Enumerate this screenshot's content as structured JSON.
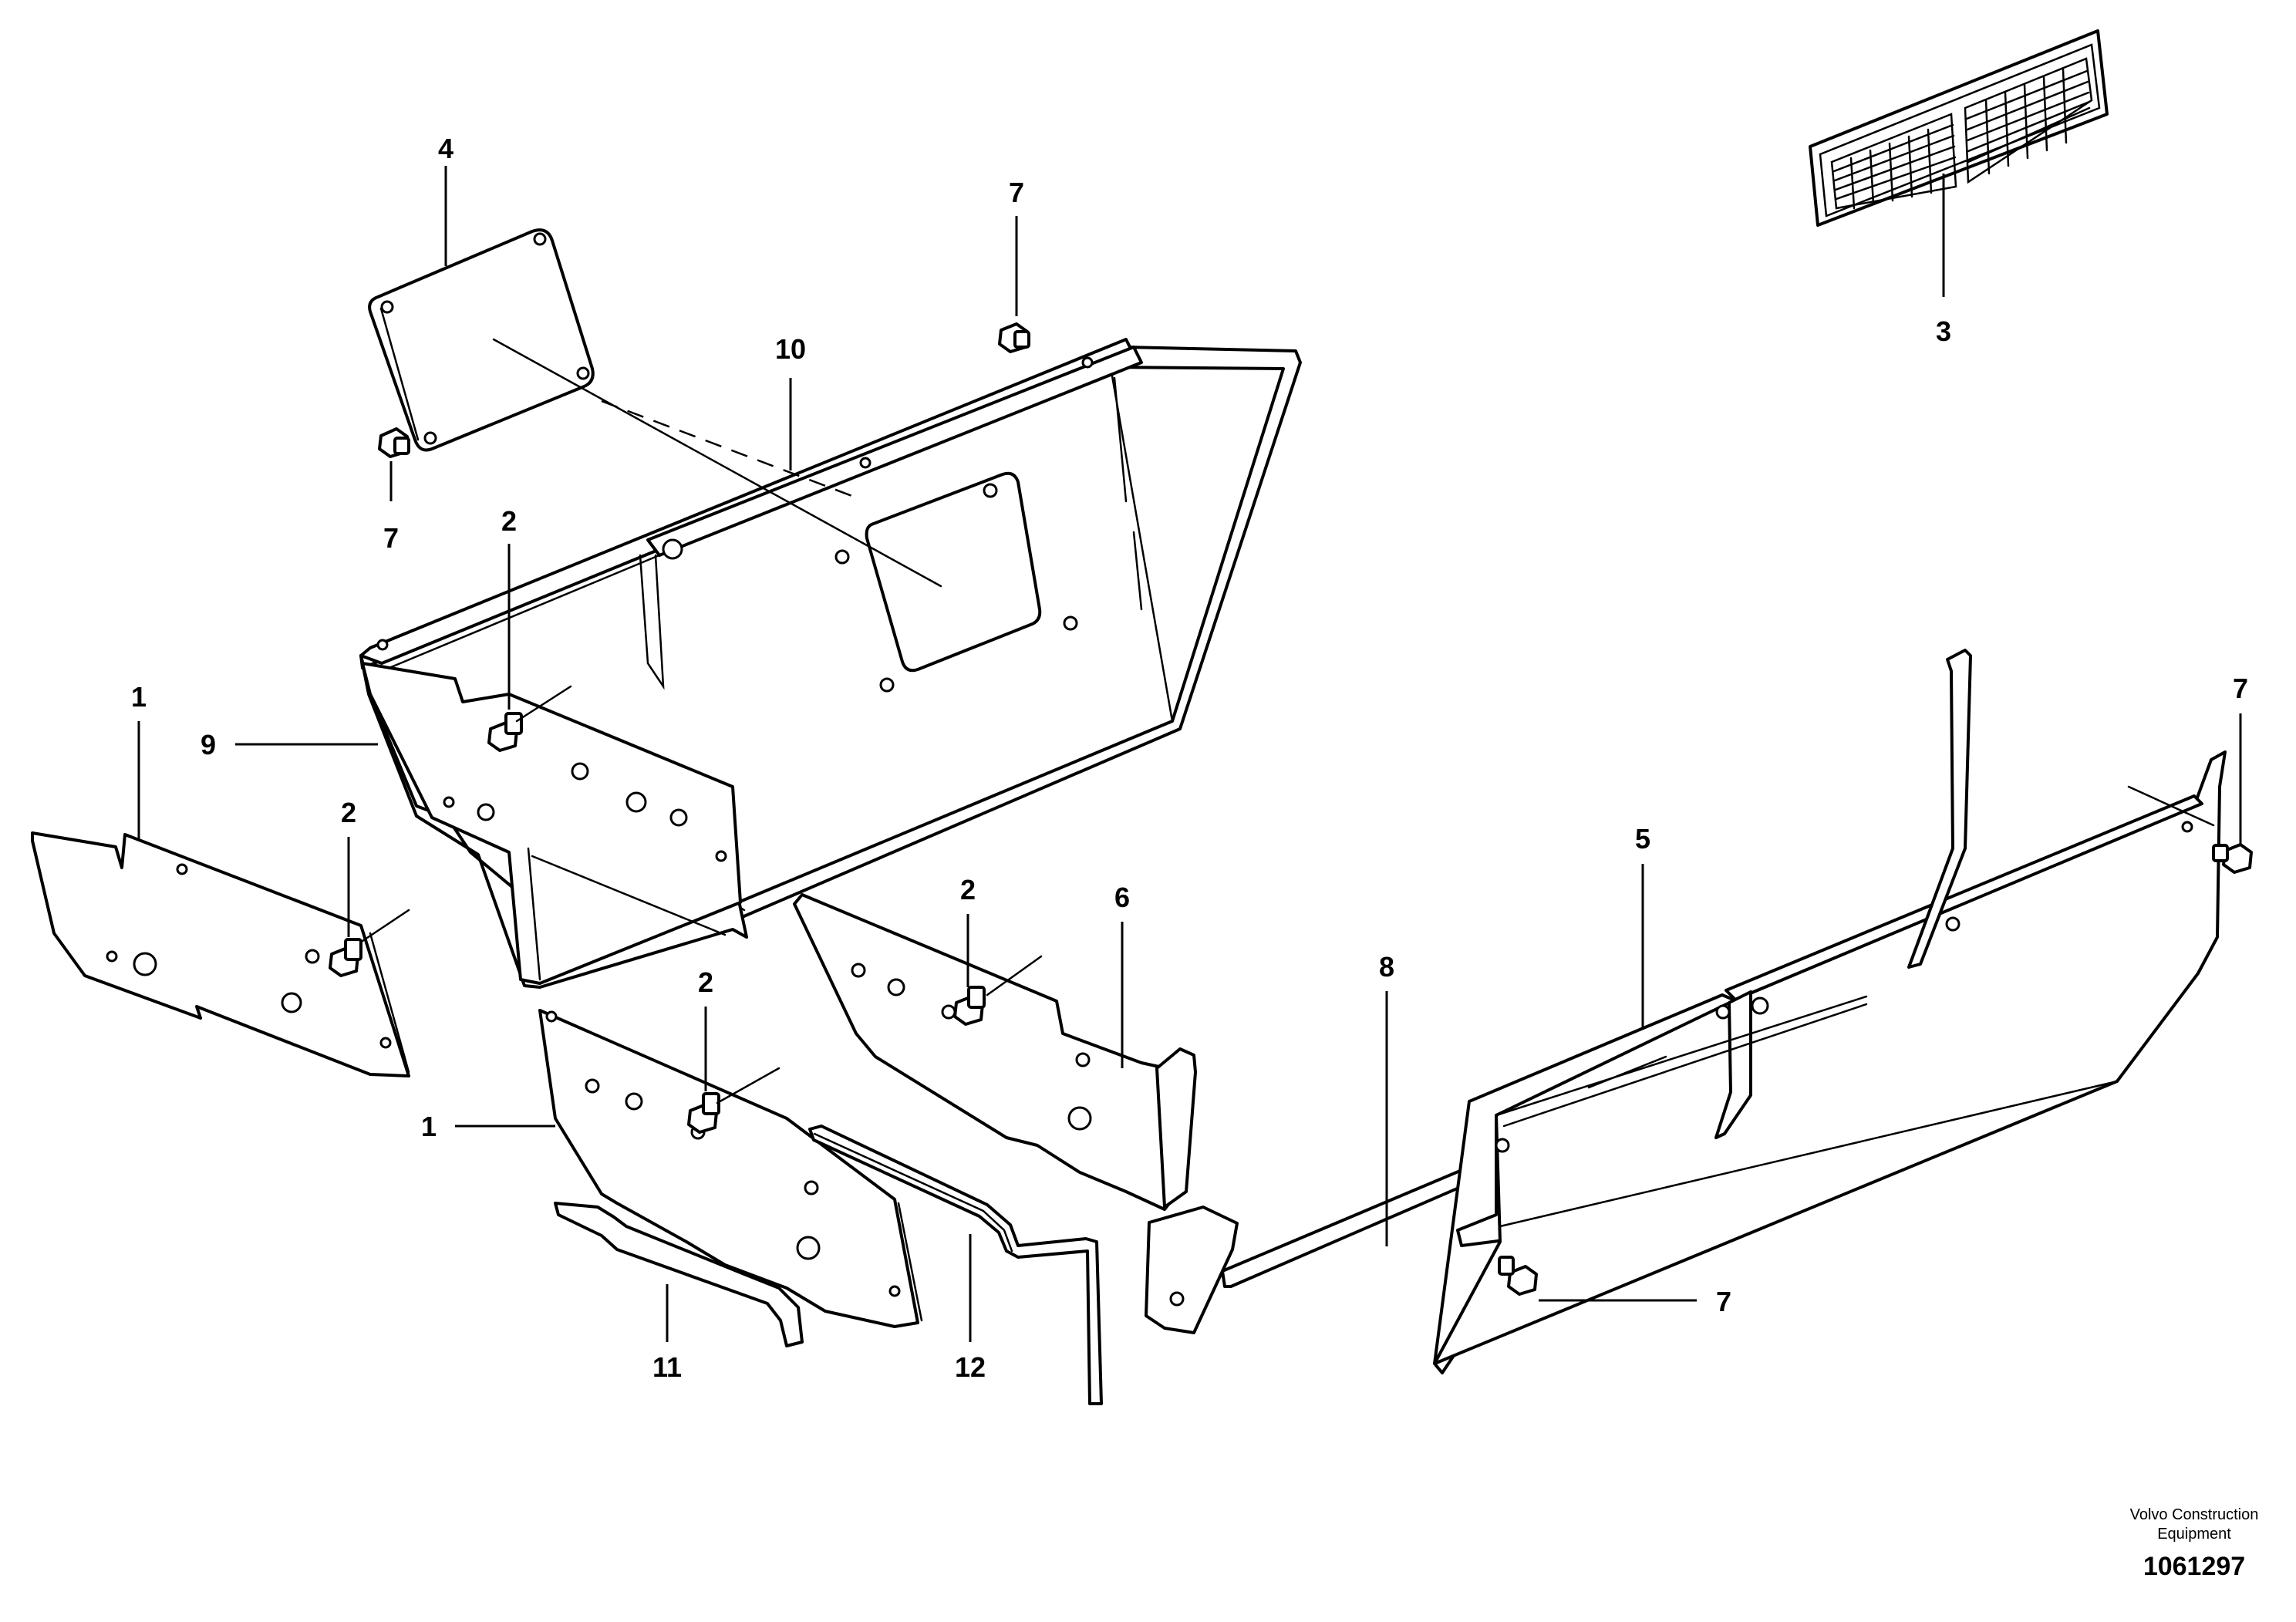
{
  "callouts": [
    {
      "id": "c4",
      "label": "4"
    },
    {
      "id": "c7a",
      "label": "7"
    },
    {
      "id": "c10",
      "label": "10"
    },
    {
      "id": "c7b",
      "label": "7"
    },
    {
      "id": "c3",
      "label": "3"
    },
    {
      "id": "c2a",
      "label": "2"
    },
    {
      "id": "c9",
      "label": "9"
    },
    {
      "id": "c1a",
      "label": "1"
    },
    {
      "id": "c2b",
      "label": "2"
    },
    {
      "id": "c2c",
      "label": "2"
    },
    {
      "id": "c6",
      "label": "6"
    },
    {
      "id": "c2d",
      "label": "2"
    },
    {
      "id": "c1b",
      "label": "1"
    },
    {
      "id": "c8",
      "label": "8"
    },
    {
      "id": "c5",
      "label": "5"
    },
    {
      "id": "c7c",
      "label": "7"
    },
    {
      "id": "c7d",
      "label": "7"
    },
    {
      "id": "c11",
      "label": "11"
    },
    {
      "id": "c12",
      "label": "12"
    }
  ],
  "footer": {
    "brand_line1": "Volvo Construction",
    "brand_line2": "Equipment",
    "figure_number": "1061297"
  }
}
